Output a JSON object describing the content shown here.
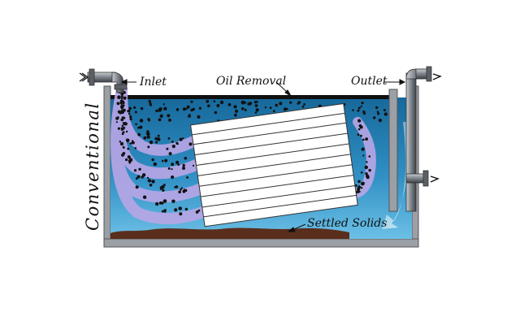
{
  "labels": {
    "inlet": "Inlet",
    "oil_removal": "Oil Removal",
    "outlet": "Outlet",
    "settled_solids": "Settled Solids",
    "side_title": "Conventional"
  },
  "colors": {
    "water_top": "#1a6f9a",
    "water_bottom": "#5bb4dc",
    "tank_wall": "#9aa0a6",
    "pipe": "#7a7f86",
    "oil_layer": "#101010",
    "plume": "#b9a6e6",
    "sludge": "#5a2e1c",
    "droplet": "#111111"
  },
  "icons": {
    "inlet_pipe": "inlet-pipe-icon",
    "outlet_pipe": "outlet-pipe-icon",
    "plate_pack": "plate-pack-icon",
    "flow_arrow": "flow-arrow-icon"
  }
}
